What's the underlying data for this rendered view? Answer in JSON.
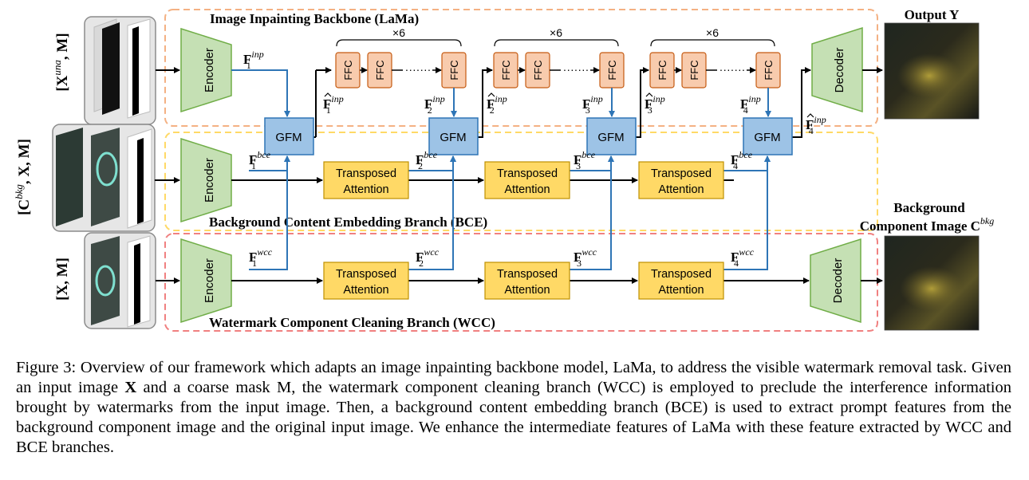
{
  "figure": {
    "branches": {
      "backbone_title": "Image Inpainting Backbone (LaMa)",
      "bce_title": "Background Content Embedding Branch (BCE)",
      "wcc_title": "Watermark Component Cleaning Branch (WCC)"
    },
    "inputs": {
      "top": {
        "main": "[X",
        "sup": "una",
        "tail": ", M]"
      },
      "middle": {
        "main": "[C",
        "sup": "bkg",
        "tail": ", X, M]"
      },
      "bottom": {
        "main": "[X, M]"
      }
    },
    "outputs": {
      "top": "Output Y",
      "bottom_line1": "Background",
      "bottom_line2": "Component Image C",
      "bottom_sup": "bkg"
    },
    "blocks": {
      "encoder": "Encoder",
      "decoder": "Decoder",
      "gfm": "GFM",
      "ffc": "FFC",
      "ta_line1": "Transposed",
      "ta_line2": "Attention",
      "dots": "·······",
      "repeat": "×6"
    },
    "features": {
      "F": "F",
      "inp": "inp",
      "bce": "bce",
      "wcc": "wcc",
      "idx": [
        "1",
        "2",
        "3",
        "4"
      ]
    },
    "colors": {
      "backbone_border": "#f4b183",
      "bce_border": "#ffd966",
      "wcc_border": "#f08080",
      "encoder_fill": "#c5e0b4",
      "encoder_stroke": "#70ad47",
      "ffc_fill": "#f8cbad",
      "ffc_stroke": "#c55a11",
      "gfm_fill": "#9dc3e6",
      "gfm_stroke": "#2e75b6",
      "ta_fill": "#ffd966",
      "ta_stroke": "#bf9000",
      "arrow_blue": "#2e75b6"
    }
  },
  "caption": {
    "label": "Figure 3:",
    "text_a": "Overview of our framework which adapts an image inpainting backbone model, LaMa, to address the visible watermark removal task. Given an input image ",
    "var_x": "X",
    "text_b": " and a coarse mask ",
    "var_m": "M",
    "text_c": ", the watermark component cleaning branch (WCC) is employed to preclude the interference information brought by watermarks from the input image. Then, a background content embedding branch (BCE) is used to extract prompt features from the background component image and the original input image. We enhance the intermediate features of LaMa with these feature extracted by WCC and BCE branches."
  }
}
